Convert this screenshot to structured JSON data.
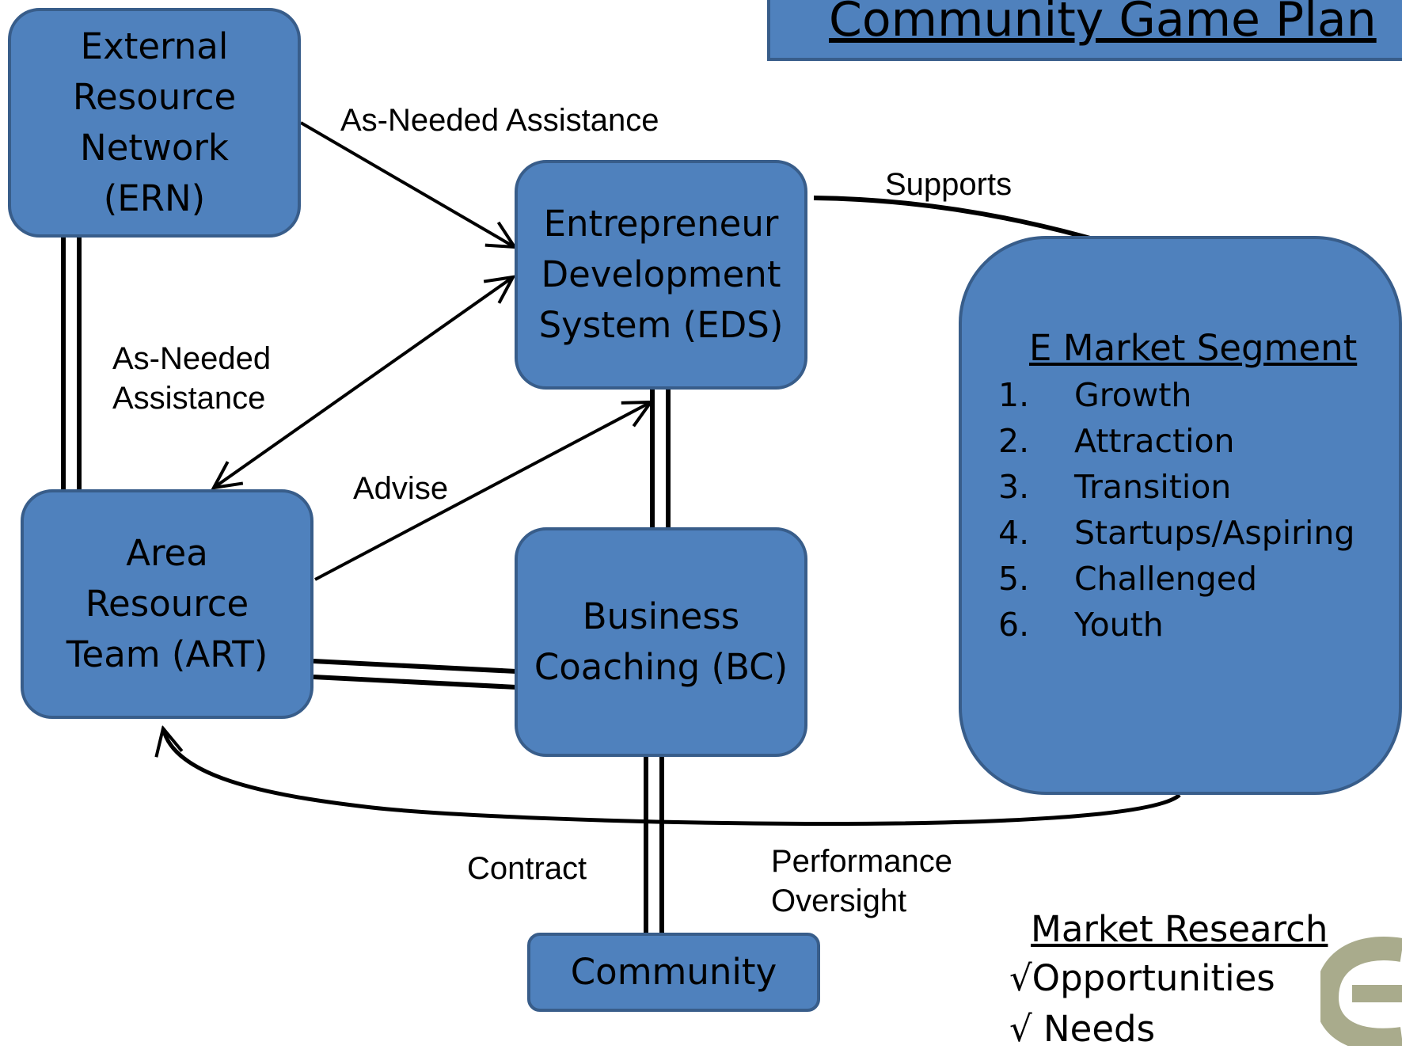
{
  "title": "Community Game Plan",
  "nodes": {
    "ern": [
      "External",
      "Resource",
      "Network",
      "(ERN)"
    ],
    "eds": [
      "Entrepreneur",
      "Development",
      "System (EDS)"
    ],
    "art": [
      "Area",
      "Resource",
      "Team (ART)"
    ],
    "bc": [
      "Business",
      "Coaching (BC)"
    ],
    "community": "Community"
  },
  "labels": {
    "as_needed_top": "As-Needed Assistance",
    "as_needed_left": [
      "As-Needed",
      "Assistance"
    ],
    "advise": "Advise",
    "supports": "Supports",
    "contract": "Contract",
    "performance_oversight": [
      "Performance",
      "Oversight"
    ]
  },
  "segment": {
    "heading": "E Market Segment",
    "items": [
      {
        "num": "1.",
        "label": "Growth"
      },
      {
        "num": "2.",
        "label": "Attraction"
      },
      {
        "num": "3.",
        "label": "Transition"
      },
      {
        "num": "4.",
        "label": "Startups/Aspiring"
      },
      {
        "num": "5.",
        "label": "Challenged"
      },
      {
        "num": "6.",
        "label": "Youth"
      }
    ]
  },
  "market_research": {
    "heading": "Market Research",
    "items": [
      "√Opportunities",
      "√ Needs"
    ]
  },
  "colors": {
    "box_fill": "#4f81bd",
    "box_border": "#385d8a",
    "logo": "#a9ab8c"
  },
  "icons": {
    "logo": "e-logo-icon"
  }
}
